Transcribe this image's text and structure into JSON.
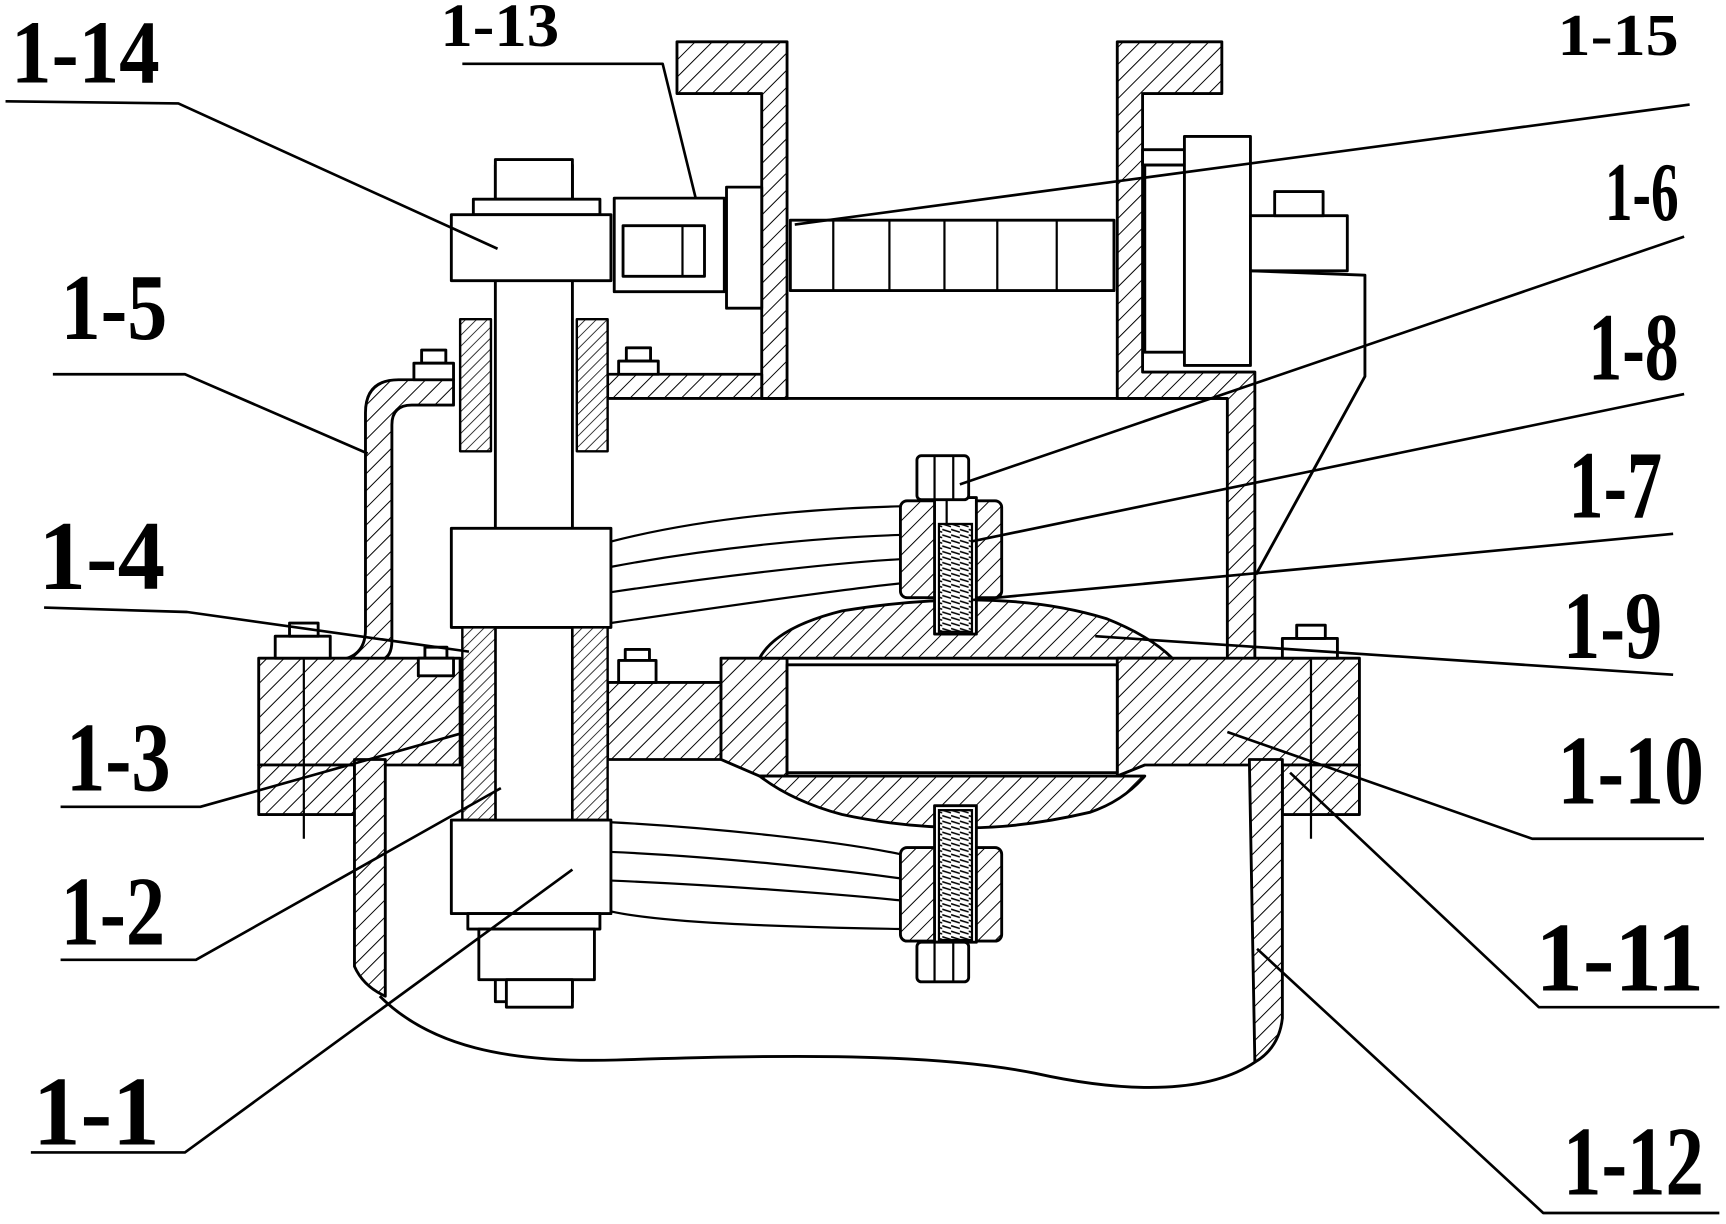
{
  "figure": {
    "callouts": [
      "1-14",
      "1-13",
      "1-15",
      "1-5",
      "1-6",
      "1-8",
      "1-7",
      "1-4",
      "1-9",
      "1-3",
      "1-10",
      "1-2",
      "1-11",
      "1-1",
      "1-12"
    ]
  },
  "colors": {
    "ink": "#000000",
    "paper": "#ffffff"
  }
}
